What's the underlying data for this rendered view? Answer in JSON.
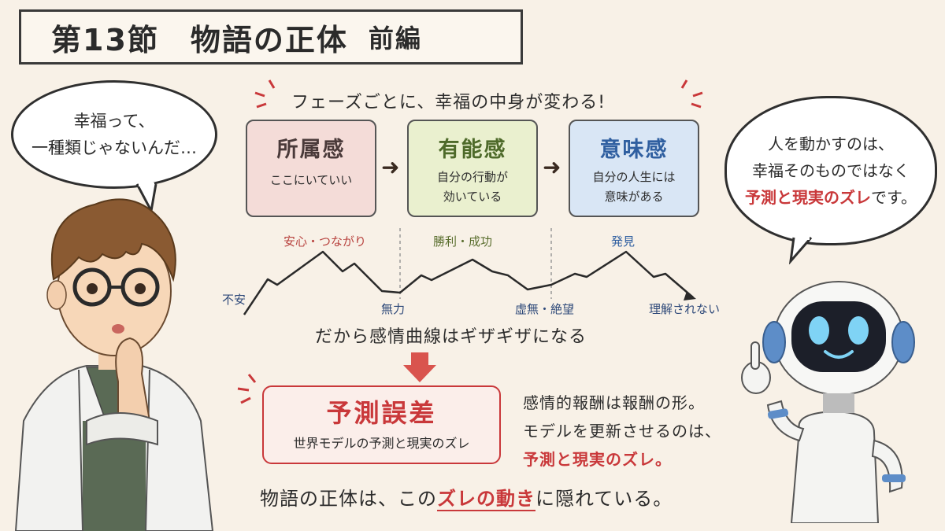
{
  "title": {
    "main": "第13節　物語の正体",
    "sub": "前編"
  },
  "left_bubble": {
    "line1": "幸福って、",
    "line2": "一種類じゃないんだ…"
  },
  "right_bubble": {
    "line1": "人を動かすのは、",
    "line2": "幸福そのものではなく",
    "line3_red": "予測と現実のズレ",
    "line3_tail": "です。"
  },
  "phase_heading": "フェーズごとに、幸福の中身が変わる!",
  "phases": [
    {
      "name": "所属感",
      "desc1": "ここにいていい",
      "desc2": ""
    },
    {
      "name": "有能感",
      "desc1": "自分の行動が",
      "desc2": "効いている"
    },
    {
      "name": "意味感",
      "desc1": "自分の人生には",
      "desc2": "意味がある"
    }
  ],
  "curve_labels": {
    "peak1": "安心・つながり",
    "peak2": "勝利・成功",
    "peak3": "発見",
    "start": "不安",
    "low1": "無力",
    "low2": "虚無・絶望",
    "end": "理解されない"
  },
  "curve_caption": "だから感情曲線はギザギザになる",
  "prediction_error": {
    "name": "予測誤差",
    "desc": "世界モデルの予測と現実のズレ"
  },
  "side_text": {
    "line1": "感情的報酬は報酬の形。",
    "line2": "モデルを更新させるのは、",
    "line3": "予測と現実のズレ。"
  },
  "bottom_text": {
    "prefix": "物語の正体は、この",
    "highlight": "ズレの動き",
    "suffix": "に隠れている。"
  },
  "colors": {
    "accent_red": "#c9383a",
    "green": "#5a6e2e",
    "blue": "#2f5fa0",
    "background": "#f8f1e7"
  },
  "icons": [
    "scientist-character",
    "robot-character",
    "right-arrow-icon",
    "down-arrow-icon",
    "emphasis-marks-icon"
  ]
}
